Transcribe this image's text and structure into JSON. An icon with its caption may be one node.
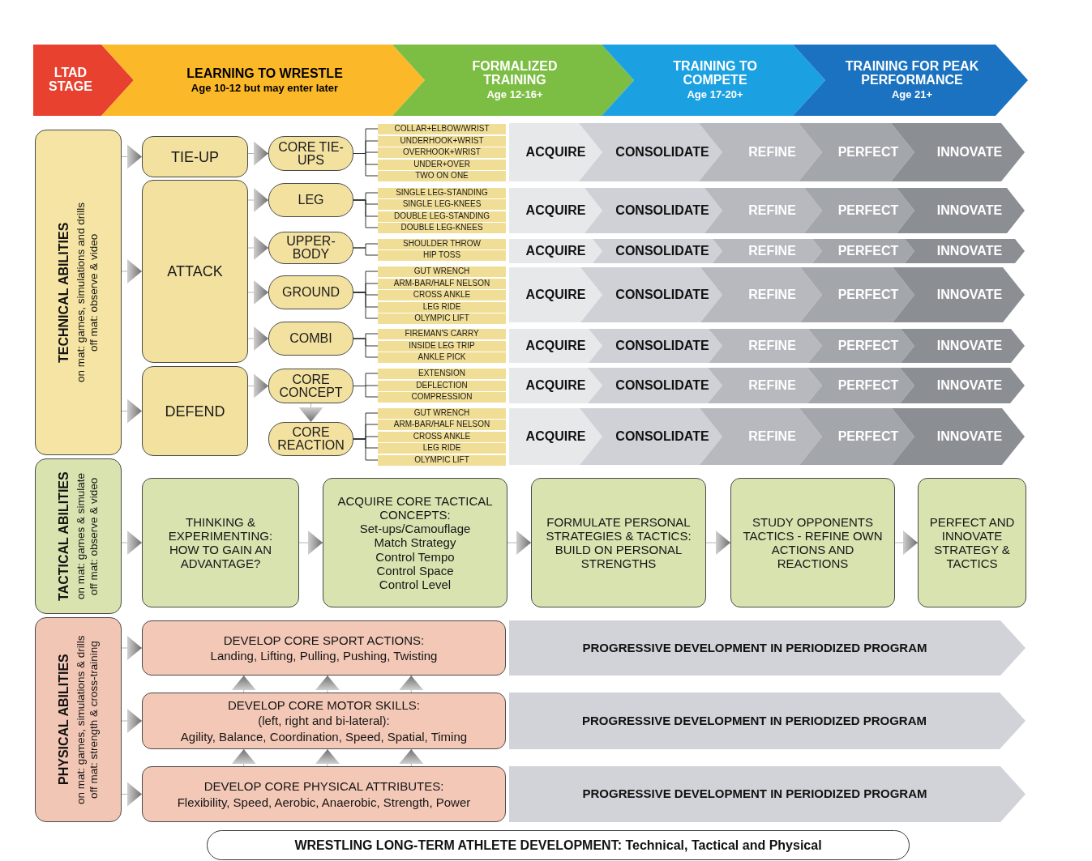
{
  "diagram": {
    "caption": "WRESTLING LONG-TERM ATHLETE DEVELOPMENT: Technical, Tactical and Physical",
    "nodes": [
      {
        "text": [
          "LTAD STAGE"
        ]
      },
      {
        "text": [
          "LEARNING TO WRESTLE",
          "Age 10-12 but may enter later"
        ]
      },
      {
        "text": [
          "FORMALIZED TRAINING",
          "Age 12-16+"
        ]
      },
      {
        "text": [
          "TRAINING TO COMPETE",
          "Age 17-20+"
        ]
      },
      {
        "text": [
          "TRAINING FOR PEAK PERFORMANCE",
          "Age 21+"
        ]
      },
      {
        "text": [
          "TECHNICAL ABILITIES",
          "on mat: games, simulations and drills",
          "off mat: observe & video"
        ]
      },
      {
        "text": [
          "TIE-UP"
        ]
      },
      {
        "text": [
          "ATTACK"
        ]
      },
      {
        "text": [
          "DEFEND"
        ]
      },
      {
        "text": [
          "CORE TIE-UPS"
        ]
      },
      {
        "text": [
          "LEG"
        ]
      },
      {
        "text": [
          "UPPER-BODY"
        ]
      },
      {
        "text": [
          "GROUND"
        ]
      },
      {
        "text": [
          "COMBI"
        ]
      },
      {
        "text": [
          "CORE CONCEPT"
        ]
      },
      {
        "text": [
          "CORE REACTION"
        ]
      },
      {
        "text": [
          "COLLAR+ELBOW/WRIST"
        ]
      },
      {
        "text": [
          "UNDERHOOK+WRIST"
        ]
      },
      {
        "text": [
          "OVERHOOK+WRIST"
        ]
      },
      {
        "text": [
          "UNDER+OVER"
        ]
      },
      {
        "text": [
          "TWO ON ONE"
        ]
      },
      {
        "text": [
          "SINGLE LEG-STANDING"
        ]
      },
      {
        "text": [
          "SINGLE LEG-KNEES"
        ]
      },
      {
        "text": [
          "DOUBLE LEG-STANDING"
        ]
      },
      {
        "text": [
          "DOUBLE LEG-KNEES"
        ]
      },
      {
        "text": [
          "SHOULDER THROW"
        ]
      },
      {
        "text": [
          "HIP TOSS"
        ]
      },
      {
        "text": [
          "GUT WRENCH"
        ]
      },
      {
        "text": [
          "ARM-BAR/HALF NELSON"
        ]
      },
      {
        "text": [
          "CROSS ANKLE"
        ]
      },
      {
        "text": [
          "LEG RIDE"
        ]
      },
      {
        "text": [
          "OLYMPIC LIFT"
        ]
      },
      {
        "text": [
          "FIREMAN'S CARRY"
        ]
      },
      {
        "text": [
          "INSIDE LEG TRIP"
        ]
      },
      {
        "text": [
          "ANKLE PICK"
        ]
      },
      {
        "text": [
          "EXTENSION"
        ]
      },
      {
        "text": [
          "DEFLECTION"
        ]
      },
      {
        "text": [
          "COMPRESSION"
        ]
      },
      {
        "text": [
          "GUT WRENCH"
        ]
      },
      {
        "text": [
          "ARM-BAR/HALF NELSON"
        ]
      },
      {
        "text": [
          "CROSS ANKLE"
        ]
      },
      {
        "text": [
          "LEG RIDE"
        ]
      },
      {
        "text": [
          "OLYMPIC LIFT"
        ]
      },
      {
        "text": [
          "ACQUIRE"
        ]
      },
      {
        "text": [
          "CONSOLIDATE"
        ]
      },
      {
        "text": [
          "REFINE"
        ]
      },
      {
        "text": [
          "PERFECT"
        ]
      },
      {
        "text": [
          "INNOVATE"
        ]
      },
      {
        "text": [
          "ACQUIRE"
        ]
      },
      {
        "text": [
          "CONSOLIDATE"
        ]
      },
      {
        "text": [
          "REFINE"
        ]
      },
      {
        "text": [
          "PERFECT"
        ]
      },
      {
        "text": [
          "INNOVATE"
        ]
      },
      {
        "text": [
          "ACQUIRE"
        ]
      },
      {
        "text": [
          "CONSOLIDATE"
        ]
      },
      {
        "text": [
          "REFINE"
        ]
      },
      {
        "text": [
          "PERFECT"
        ]
      },
      {
        "text": [
          "INNOVATE"
        ]
      },
      {
        "text": [
          "ACQUIRE"
        ]
      },
      {
        "text": [
          "CONSOLIDATE"
        ]
      },
      {
        "text": [
          "REFINE"
        ]
      },
      {
        "text": [
          "PERFECT"
        ]
      },
      {
        "text": [
          "INNOVATE"
        ]
      },
      {
        "text": [
          "ACQUIRE"
        ]
      },
      {
        "text": [
          "CONSOLIDATE"
        ]
      },
      {
        "text": [
          "REFINE"
        ]
      },
      {
        "text": [
          "PERFECT"
        ]
      },
      {
        "text": [
          "INNOVATE"
        ]
      },
      {
        "text": [
          "ACQUIRE"
        ]
      },
      {
        "text": [
          "CONSOLIDATE"
        ]
      },
      {
        "text": [
          "REFINE"
        ]
      },
      {
        "text": [
          "PERFECT"
        ]
      },
      {
        "text": [
          "INNOVATE"
        ]
      },
      {
        "text": [
          "ACQUIRE"
        ]
      },
      {
        "text": [
          "CONSOLIDATE"
        ]
      },
      {
        "text": [
          "REFINE"
        ]
      },
      {
        "text": [
          "PERFECT"
        ]
      },
      {
        "text": [
          "INNOVATE"
        ]
      },
      {
        "text": [
          "TACTICAL ABILITIES",
          "on mat: games & simulate",
          "off mat: observe & video"
        ]
      },
      {
        "text": [
          "THINKING & EXPERIMENTING:",
          "HOW TO GAIN AN ADVANTAGE?"
        ]
      },
      {
        "text": [
          "ACQUIRE CORE TACTICAL CONCEPTS:",
          "Set-ups/Camouflage",
          "Match Strategy",
          "Control Tempo",
          "Control Space",
          "Control Level"
        ]
      },
      {
        "text": [
          "FORMULATE PERSONAL STRATEGIES & TACTICS:",
          "BUILD ON PERSONAL STRENGTHS"
        ]
      },
      {
        "text": [
          "STUDY OPPONENTS TACTICS - REFINE OWN ACTIONS AND REACTIONS"
        ]
      },
      {
        "text": [
          "PERFECT AND INNOVATE STRATEGY & TACTICS"
        ]
      },
      {
        "text": [
          "PHYSICAL ABILITIES",
          "on mat: games, simulations & drills",
          "off mat: strength & cross-training"
        ]
      },
      {
        "text": [
          "DEVELOP CORE SPORT ACTIONS:",
          "Landing, Lifting, Pulling, Pushing, Twisting"
        ]
      },
      {
        "text": [
          "DEVELOP CORE MOTOR SKILLS:",
          "(left, right and bi-lateral):",
          "Agility, Balance, Coordination, Speed, Spatial, Timing"
        ]
      },
      {
        "text": [
          "DEVELOP CORE PHYSICAL ATTRIBUTES:",
          "Flexibility, Speed, Aerobic, Anaerobic, Strength, Power"
        ]
      },
      {
        "text": [
          "PROGRESSIVE DEVELOPMENT IN PERIODIZED PROGRAM"
        ]
      },
      {
        "text": [
          "PROGRESSIVE DEVELOPMENT IN PERIODIZED PROGRAM"
        ]
      },
      {
        "text": [
          "PROGRESSIVE DEVELOPMENT IN PERIODIZED PROGRAM"
        ]
      }
    ],
    "edges": [
      {
        "from": 5,
        "to": 6,
        "arrow": "to",
        "color": "#b5b5b5"
      },
      {
        "from": 5,
        "to": 7,
        "arrow": "to",
        "color": "#b5b5b5"
      },
      {
        "from": 5,
        "to": 8,
        "arrow": "to",
        "color": "#b5b5b5"
      },
      {
        "from": 6,
        "to": 9,
        "arrow": "to",
        "color": "#b5b5b5"
      },
      {
        "from": 7,
        "to": 10,
        "arrow": "to",
        "color": "#b5b5b5"
      },
      {
        "from": 7,
        "to": 11,
        "arrow": "to",
        "color": "#b5b5b5"
      },
      {
        "from": 7,
        "to": 12,
        "arrow": "to",
        "color": "#b5b5b5"
      },
      {
        "from": 7,
        "to": 13,
        "arrow": "to",
        "color": "#b5b5b5"
      },
      {
        "from": 8,
        "to": 14,
        "arrow": "to",
        "color": "#b5b5b5"
      },
      {
        "from": 14,
        "to": 15,
        "arrow": "to",
        "color": "#b5b5b5"
      },
      {
        "from": 9,
        "to": 16,
        "arrow": "none"
      },
      {
        "from": 9,
        "to": 17,
        "arrow": "none"
      },
      {
        "from": 9,
        "to": 18,
        "arrow": "none"
      },
      {
        "from": 9,
        "to": 19,
        "arrow": "none"
      },
      {
        "from": 9,
        "to": 20,
        "arrow": "none"
      },
      {
        "from": 10,
        "to": 21,
        "arrow": "none"
      },
      {
        "from": 10,
        "to": 22,
        "arrow": "none"
      },
      {
        "from": 10,
        "to": 23,
        "arrow": "none"
      },
      {
        "from": 10,
        "to": 24,
        "arrow": "none"
      },
      {
        "from": 11,
        "to": 25,
        "arrow": "none"
      },
      {
        "from": 11,
        "to": 26,
        "arrow": "none"
      },
      {
        "from": 12,
        "to": 27,
        "arrow": "none"
      },
      {
        "from": 12,
        "to": 28,
        "arrow": "none"
      },
      {
        "from": 12,
        "to": 29,
        "arrow": "none"
      },
      {
        "from": 12,
        "to": 30,
        "arrow": "none"
      },
      {
        "from": 12,
        "to": 31,
        "arrow": "none"
      },
      {
        "from": 13,
        "to": 32,
        "arrow": "none"
      },
      {
        "from": 13,
        "to": 33,
        "arrow": "none"
      },
      {
        "from": 13,
        "to": 34,
        "arrow": "none"
      },
      {
        "from": 14,
        "to": 35,
        "arrow": "none"
      },
      {
        "from": 14,
        "to": 36,
        "arrow": "none"
      },
      {
        "from": 14,
        "to": 37,
        "arrow": "none"
      },
      {
        "from": 15,
        "to": 38,
        "arrow": "none"
      },
      {
        "from": 15,
        "to": 39,
        "arrow": "none"
      },
      {
        "from": 15,
        "to": 40,
        "arrow": "none"
      },
      {
        "from": 15,
        "to": 41,
        "arrow": "none"
      },
      {
        "from": 15,
        "to": 42,
        "arrow": "none"
      },
      {
        "from": 78,
        "to": 79,
        "arrow": "to",
        "color": "#b5b5b5"
      },
      {
        "from": 79,
        "to": 80,
        "arrow": "to",
        "color": "#b5b5b5"
      },
      {
        "from": 80,
        "to": 81,
        "arrow": "to",
        "color": "#b5b5b5"
      },
      {
        "from": 81,
        "to": 82,
        "arrow": "to",
        "color": "#b5b5b5"
      },
      {
        "from": 82,
        "to": 83,
        "arrow": "to",
        "color": "#b5b5b5"
      },
      {
        "from": 84,
        "to": 85,
        "arrow": "to",
        "color": "#b5b5b5"
      },
      {
        "from": 84,
        "to": 86,
        "arrow": "to",
        "color": "#b5b5b5"
      },
      {
        "from": 84,
        "to": 87,
        "arrow": "to",
        "color": "#b5b5b5"
      },
      {
        "from": 86,
        "to": 85,
        "arrow": "to",
        "color": "#b5b5b5"
      },
      {
        "from": 86,
        "to": 85,
        "arrow": "to",
        "color": "#b5b5b5"
      },
      {
        "from": 86,
        "to": 85,
        "arrow": "to",
        "color": "#b5b5b5"
      },
      {
        "from": 87,
        "to": 86,
        "arrow": "to",
        "color": "#b5b5b5"
      },
      {
        "from": 87,
        "to": 86,
        "arrow": "to",
        "color": "#b5b5b5"
      },
      {
        "from": 87,
        "to": 86,
        "arrow": "to",
        "color": "#b5b5b5"
      }
    ]
  }
}
